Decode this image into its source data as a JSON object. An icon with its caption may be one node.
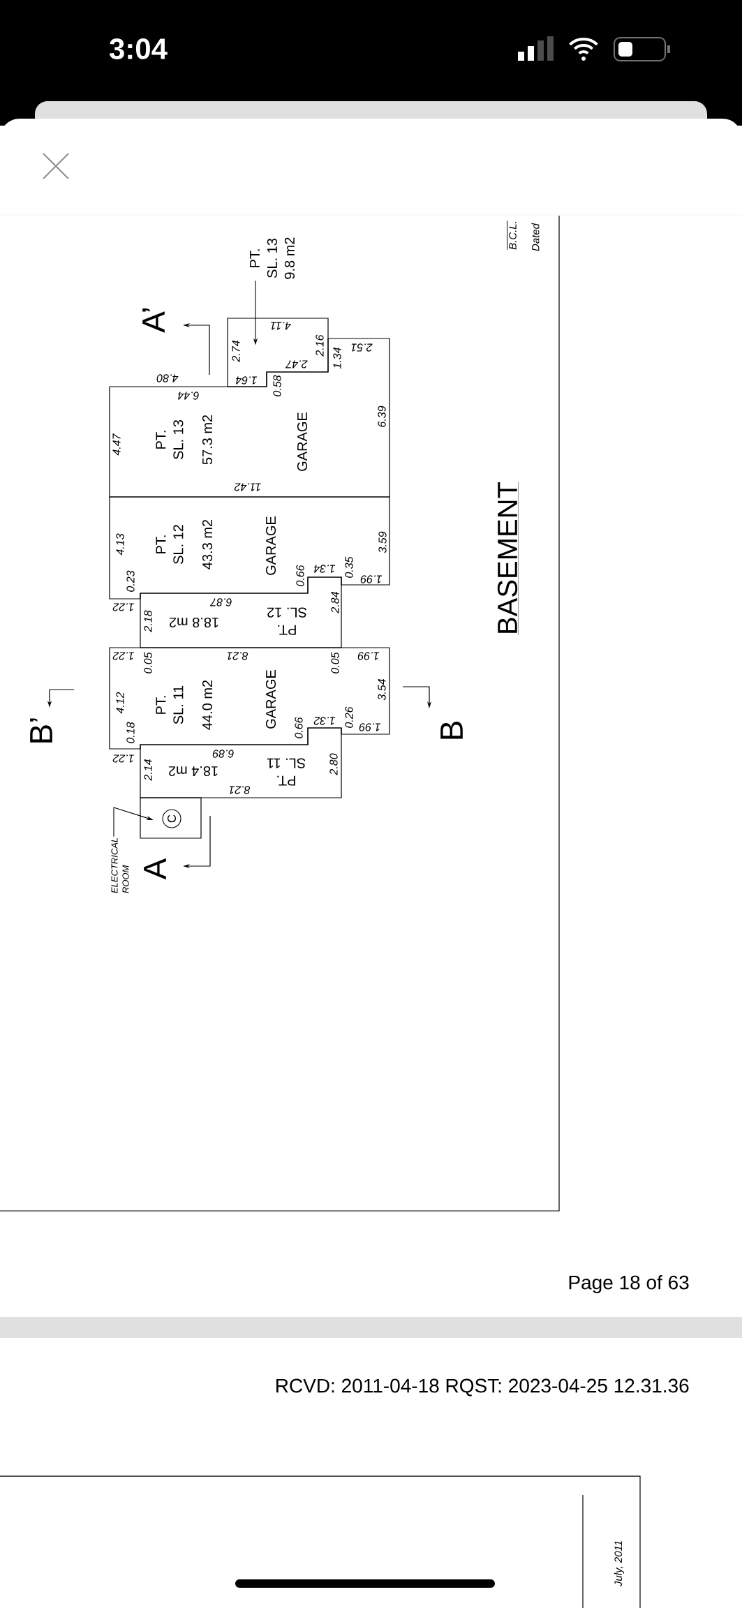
{
  "diagram": {
    "nodes": [
      {
        "text": [
          "PT. SL. 13",
          "9.8 m2"
        ]
      },
      {
        "text": [],
        "shape": "box"
      },
      {
        "text": [
          "PT. SL. 13",
          "57.3 m2",
          "GARAGE"
        ]
      },
      {
        "text": [
          "PT. SL. 12",
          "43.3 m2",
          "GARAGE"
        ]
      },
      {
        "text": [
          "PT. SL. 12",
          "18.8 m2"
        ]
      },
      {
        "text": [
          "PT. SL. 11",
          "44.0 m2",
          "GARAGE"
        ]
      },
      {
        "text": [
          "PT. SL. 11",
          "18.4 m2"
        ]
      },
      {
        "text": [],
        "shape": "box"
      },
      {
        "text": [
          "C"
        ],
        "in": 7
      },
      {
        "text": [
          "ELECTRICAL ROOM"
        ]
      }
    ],
    "edges": [
      {
        "from": 0,
        "to": 1,
        "arrow": "to"
      },
      {
        "from": 9,
        "to": 7,
        "arrow": "to"
      }
    ],
    "labels": [
      "3:04",
      "B.C.L.",
      "Dated",
      "A’",
      "4.80",
      "2.74",
      "4.11",
      "2.16",
      "2.51",
      "1.64",
      "2.47",
      "1.34",
      "0.58",
      "6.44",
      "4.47",
      "6.39",
      "11.42",
      "4.13",
      "3.59",
      "0.66",
      "1.34",
      "0.35",
      "1.99",
      "0.23",
      "6.87",
      "1.22",
      "2.84",
      "2.18",
      "1.22",
      "8.21",
      "1.99",
      "0.05",
      "0.05",
      "B’",
      "B",
      "BASEMENT",
      "3.54",
      "4.12",
      "0.66",
      "1.32",
      "0.26",
      "1.99",
      "0.18",
      "1.22",
      "6.89",
      "2.14",
      "2.80",
      "8.21",
      "A",
      "Page 18 of 63",
      "RCVD: 2011-04-18 RQST: 2023-04-25 12.31.36",
      "July, 2011"
    ]
  }
}
